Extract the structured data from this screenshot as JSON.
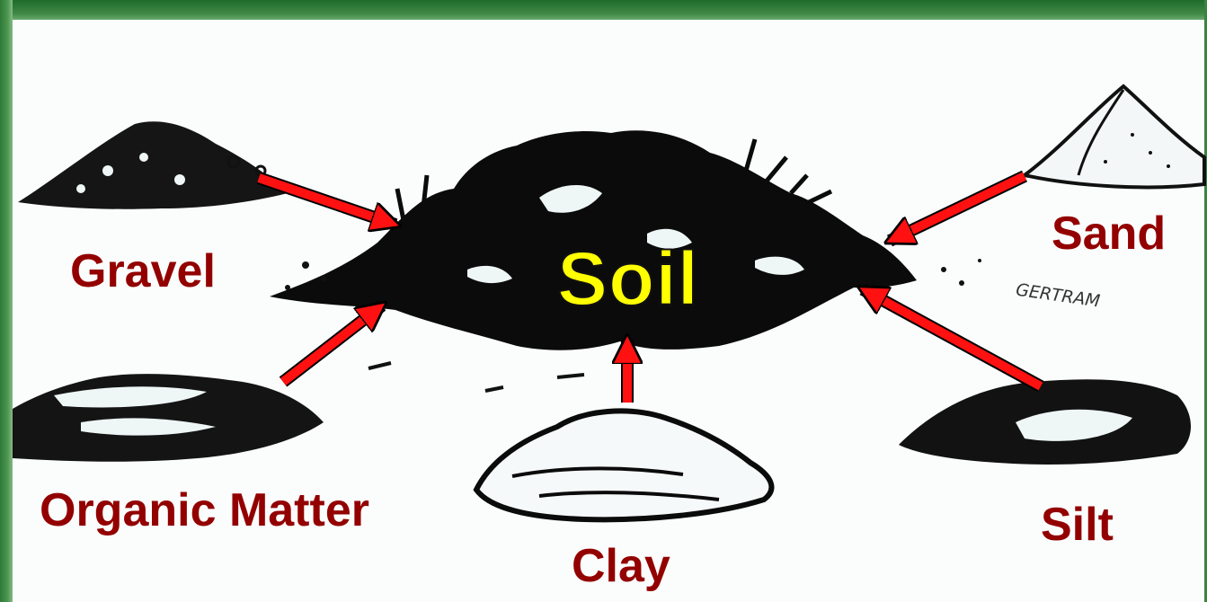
{
  "labels": {
    "center": "Soil",
    "gravel": "Gravel",
    "sand": "Sand",
    "organic_matter": "Organic Matter",
    "clay": "Clay",
    "silt": "Silt"
  },
  "signature": "GERTRAM",
  "colors": {
    "frame": "#3f8a45",
    "label": "#930000",
    "center_label": "#ffff00",
    "arrow": "#ff1111",
    "sketch": "#0a0a0a"
  }
}
